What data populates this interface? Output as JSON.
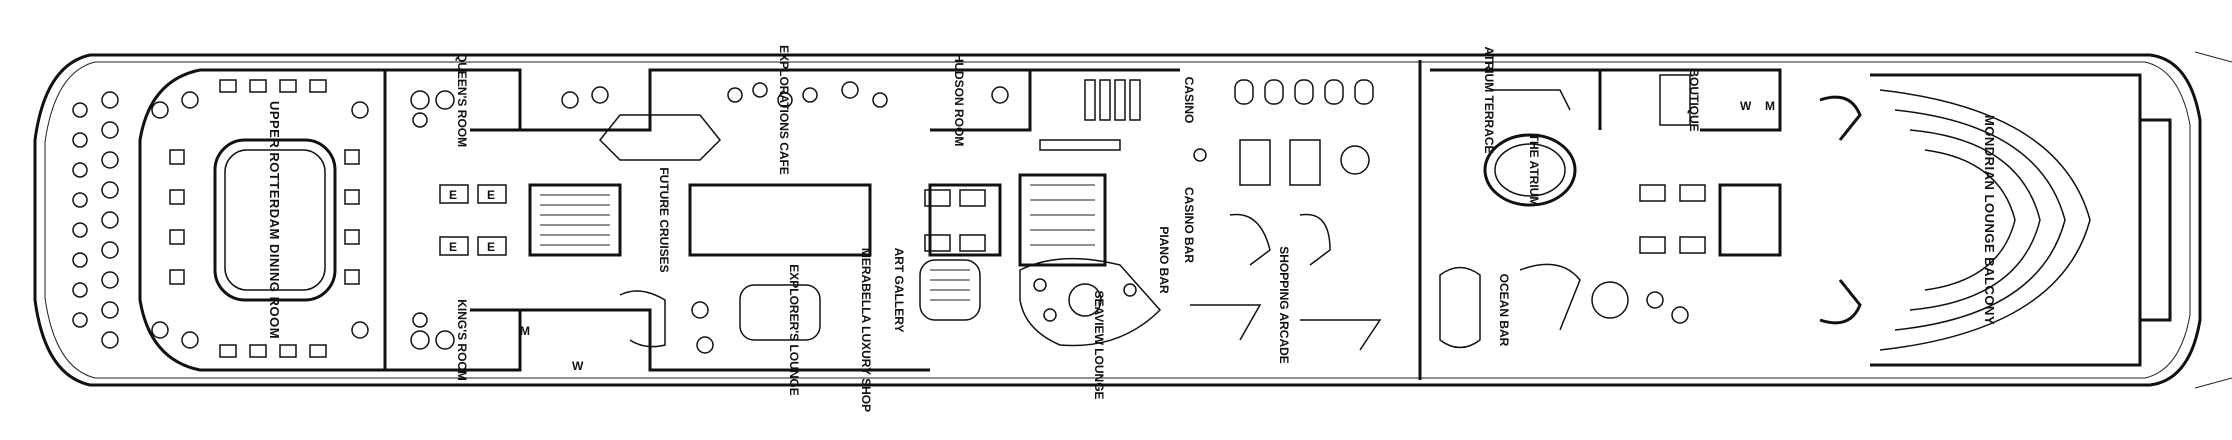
{
  "deck_plan": {
    "rooms": {
      "upper_rotterdam": "UPPER ROTTERDAM DINING ROOM",
      "queens_room": "QUEEN'S ROOM",
      "kings_room": "KING'S ROOM",
      "explorations_cafe": "EXPLORATIONS CAFE",
      "hudson_room": "HUDSON ROOM",
      "casino": "CASINO",
      "casino_bar": "CASINO BAR",
      "piano_bar": "PIANO BAR",
      "seaview_lounge": "SEAVIEW LOUNGE",
      "shopping_arcade": "SHOPPING ARCADE",
      "future_cruises": "FUTURE CRUISES",
      "art_gallery": "ART GALLERY",
      "merabella": "MERABELLA LUXURY SHOP",
      "explorers_lounge": "EXPLORER'S LOUNGE",
      "atrium_terrace": "ATRIUM TERRACE",
      "the_atrium": "THE ATRIUM",
      "boutique": "BOUTIQUE",
      "ocean_bar": "OCEAN BAR",
      "mondrian": "MONDRIAN LOUNGE BALCONY"
    },
    "restroom_men": "M",
    "restroom_women": "W",
    "elevator": "E"
  }
}
